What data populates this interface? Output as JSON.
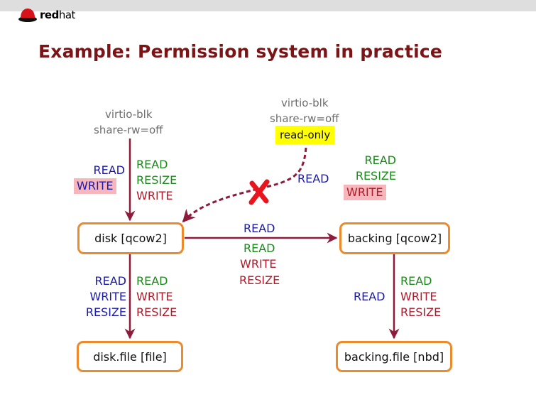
{
  "header": {
    "logo_text_bold": "red",
    "logo_text_light": "hat",
    "logo_icon": "redhat-fedora-icon"
  },
  "slide": {
    "title": "Example: Permission system in practice"
  },
  "diagram": {
    "colors": {
      "edge": "#8e1b3b",
      "node_border": "#ec8a2c",
      "perm_taken": "#1a1aa8",
      "perm_shared": "#1b8a1b",
      "perm_unshared": "#b01a2a",
      "conflict_highlight": "#f7b6bb",
      "readonly_highlight": "#ffff00",
      "cross": "#e8141e"
    },
    "devices": [
      {
        "name": "virtio-blk",
        "option": "share-rw=off",
        "flag": null
      },
      {
        "name": "virtio-blk",
        "option": "share-rw=off",
        "flag": "read-only"
      }
    ],
    "nodes": {
      "disk": "disk [qcow2]",
      "backing": "backing [qcow2]",
      "disk_file": "disk.file [file]",
      "backing_file": "backing.file [nbd]"
    },
    "edges": {
      "dev1_to_disk": {
        "taken": [
          "READ",
          "WRITE"
        ],
        "taken_conflict": "WRITE",
        "shared": [
          "READ",
          "RESIZE"
        ],
        "unshared": [
          "WRITE"
        ]
      },
      "dev2_to_disk": {
        "taken": [
          "READ"
        ],
        "shared": [
          "READ",
          "RESIZE"
        ],
        "unshared": [
          "WRITE"
        ],
        "unshared_conflict": "WRITE",
        "blocked_icon": "cross-icon"
      },
      "disk_to_backing": {
        "taken": [
          "READ"
        ],
        "shared": [
          "READ"
        ],
        "unshared": [
          "WRITE",
          "RESIZE"
        ]
      },
      "disk_to_file": {
        "taken": [
          "READ",
          "WRITE",
          "RESIZE"
        ],
        "shared": [
          "READ"
        ],
        "unshared": [
          "WRITE",
          "RESIZE"
        ]
      },
      "backing_to_file": {
        "taken": [
          "READ"
        ],
        "shared": [
          "READ"
        ],
        "unshared": [
          "WRITE",
          "RESIZE"
        ]
      }
    }
  }
}
